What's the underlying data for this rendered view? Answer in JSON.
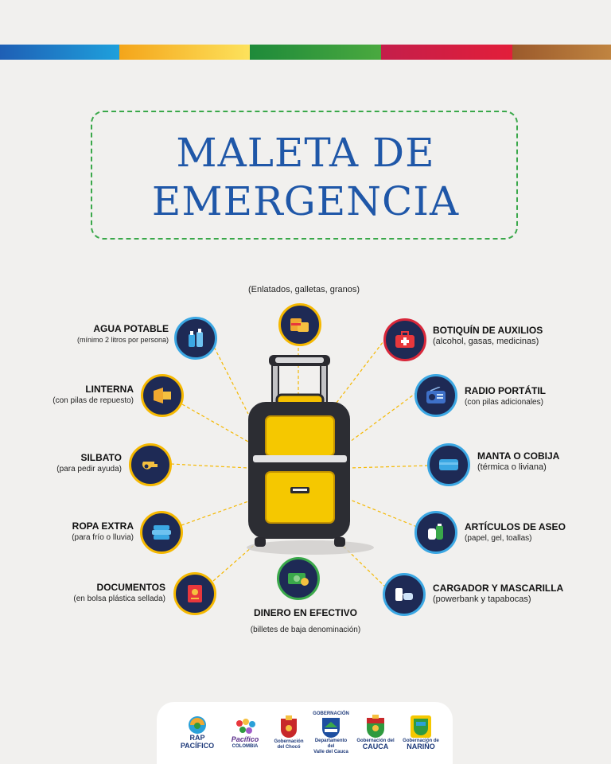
{
  "title": {
    "line1": "MALETA DE",
    "line2": "EMERGENCIA"
  },
  "colors": {
    "navy": "#1e2a55",
    "yellow": "#f5b800",
    "title_blue": "#1f57a8",
    "dash_green": "#3aa84a",
    "red": "#d8273a",
    "light_blue": "#3ba7e3"
  },
  "stripe_colors": [
    "#1e6fbf",
    "#f6b81a",
    "#2f9a3f",
    "#d31e45",
    "#a96d34"
  ],
  "items": {
    "food": {
      "sub": "(Enlatados, galletas, granos)",
      "icon": "food-icon"
    },
    "water": {
      "title": "AGUA POTABLE",
      "sub": "(mínimo 2 litros por persona)",
      "icon": "water-bottles-icon"
    },
    "flashlight": {
      "title": "LINTERNA",
      "sub": "(con pilas de repuesto)",
      "icon": "flashlight-icon"
    },
    "whistle": {
      "title": "SILBATO",
      "sub": "(para pedir ayuda)",
      "icon": "whistle-icon"
    },
    "clothes": {
      "title": "ROPA EXTRA",
      "sub": "(para frío o lluvia)",
      "icon": "clothes-icon"
    },
    "documents": {
      "title": "DOCUMENTOS",
      "sub": "(en bolsa plástica sellada)",
      "icon": "documents-icon"
    },
    "cash": {
      "title": "DINERO EN EFECTIVO",
      "sub": "(billetes de baja denominación)",
      "icon": "cash-icon"
    },
    "firstaid": {
      "title": "BOTIQUÍN DE AUXILIOS",
      "sub": "(alcohol, gasas, medicinas)",
      "icon": "first-aid-icon"
    },
    "radio": {
      "title": "RADIO PORTÁTIL",
      "sub": "(con pilas adicionales)",
      "icon": "radio-icon"
    },
    "blanket": {
      "title": "MANTA O COBIJA",
      "sub": "(térmica o liviana)",
      "icon": "blanket-icon"
    },
    "hygiene": {
      "title": "ARTÍCULOS DE ASEO",
      "sub": "(papel, gel, toallas)",
      "icon": "hygiene-icon"
    },
    "charger": {
      "title": "CARGADOR Y MASCARILLA",
      "sub": "(powerbank y tapabocas)",
      "icon": "charger-icon"
    }
  },
  "footer": {
    "rap": {
      "line1": "RAP",
      "line2": "PACÍFICO"
    },
    "pacifico": {
      "line1": "Pacífico",
      "line2": "COLOMBIA"
    },
    "choco": {
      "line1": "Gobernación",
      "line2": "del Chocó"
    },
    "valle": {
      "line0": "GOBERNACIÓN",
      "line1": "Departamento del",
      "line2": "Valle del Cauca"
    },
    "cauca": {
      "line1": "Gobernación del",
      "line2": "CAUCA"
    },
    "narino": {
      "line1": "Gobernación de",
      "line2": "NARIÑO"
    }
  }
}
